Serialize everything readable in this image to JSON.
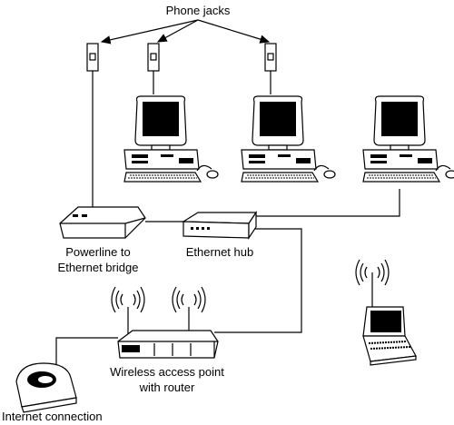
{
  "labels": {
    "phone_jacks": "Phone jacks",
    "powerline_1": "Powerline to",
    "powerline_2": "Ethernet bridge",
    "ethernet_hub": "Ethernet hub",
    "wap_1": "Wireless access point",
    "wap_2": "with router",
    "internet": "Internet connection"
  }
}
